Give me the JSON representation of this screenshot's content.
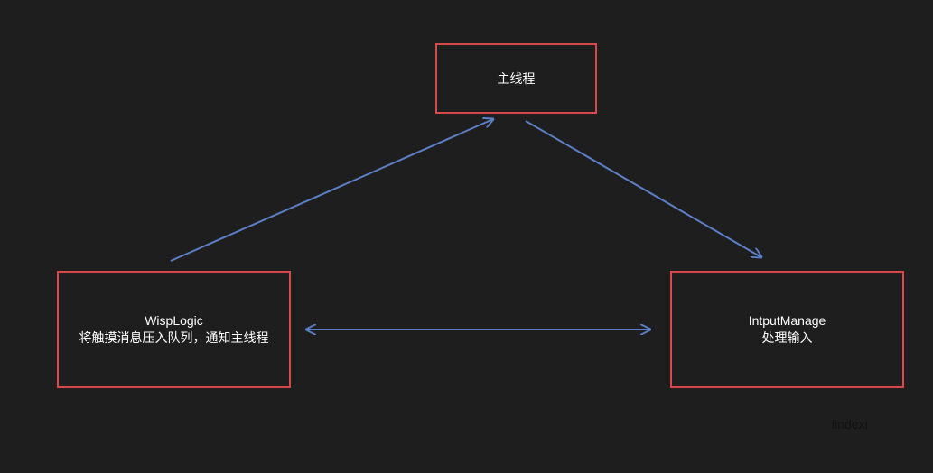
{
  "diagram": {
    "nodes": {
      "main_thread": {
        "title": "主线程"
      },
      "wisp_logic": {
        "title": "WispLogic",
        "subtitle": "将触摸消息压入队列，通知主线程"
      },
      "input_manager": {
        "title": "IntputManage",
        "subtitle": "处理输入"
      }
    },
    "edges": [
      {
        "from": "wisp_logic",
        "to": "main_thread",
        "direction": "forward"
      },
      {
        "from": "main_thread",
        "to": "input_manager",
        "direction": "forward"
      },
      {
        "from": "wisp_logic",
        "to": "input_manager",
        "direction": "both"
      }
    ],
    "colors": {
      "background": "#1e1e1e",
      "node_border": "#d84a4a",
      "edge": "#5b7fc7",
      "text": "#ffffff"
    }
  },
  "watermark": "lindexi"
}
